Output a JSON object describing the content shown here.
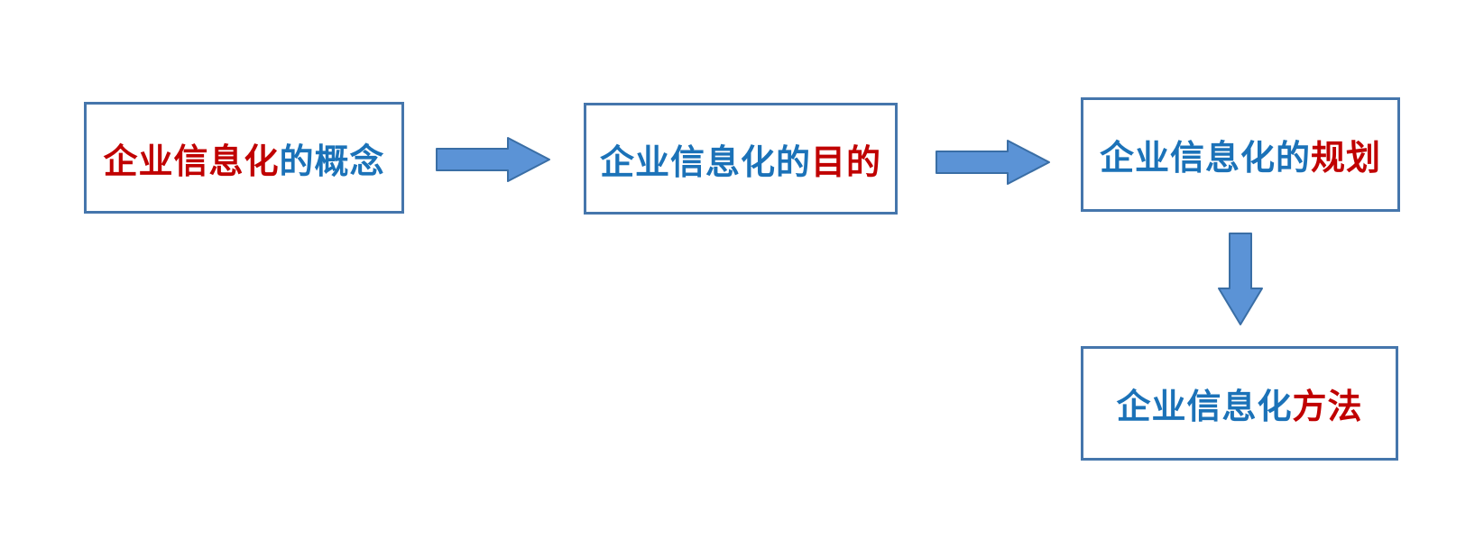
{
  "diagram": {
    "type": "flowchart",
    "boxes": [
      {
        "id": "concept",
        "segments": [
          {
            "text": "企业信息化",
            "color": "red"
          },
          {
            "text": "的概念",
            "color": "blue"
          }
        ]
      },
      {
        "id": "purpose",
        "segments": [
          {
            "text": "企业信息化的",
            "color": "blue"
          },
          {
            "text": "目的",
            "color": "red"
          }
        ]
      },
      {
        "id": "planning",
        "segments": [
          {
            "text": "企业信息化的",
            "color": "blue"
          },
          {
            "text": "规划",
            "color": "red"
          }
        ]
      },
      {
        "id": "methods",
        "segments": [
          {
            "text": "企业信息化",
            "color": "blue"
          },
          {
            "text": "方法",
            "color": "red"
          }
        ]
      }
    ],
    "arrows": [
      {
        "from": "concept",
        "to": "purpose",
        "direction": "right"
      },
      {
        "from": "purpose",
        "to": "planning",
        "direction": "right"
      },
      {
        "from": "planning",
        "to": "methods",
        "direction": "down"
      }
    ],
    "colors": {
      "red": "#C00000",
      "blue": "#1B72B8",
      "box_border": "#4576AC",
      "arrow_fill": "#5B93D6",
      "arrow_stroke": "#3A6EA5",
      "background": "#FFFFFF"
    }
  }
}
